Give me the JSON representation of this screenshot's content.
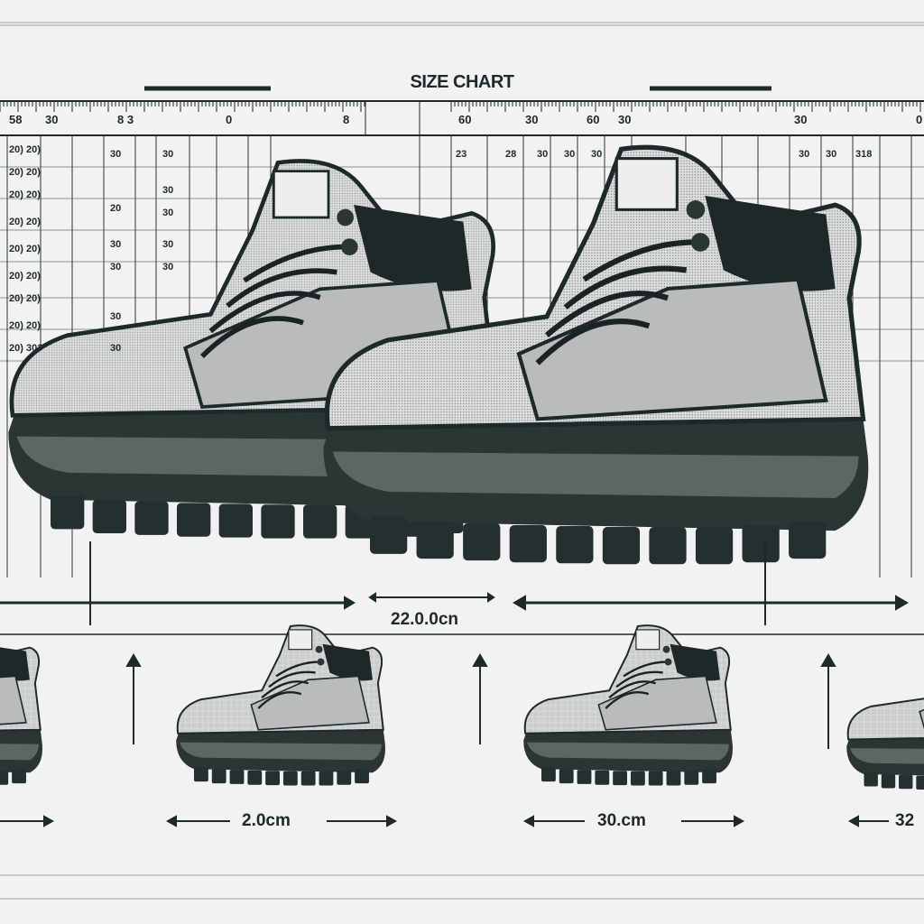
{
  "title": "SIZE CHART",
  "ruler_labels": [
    "58",
    "30",
    "8 3",
    "0",
    "8",
    "60",
    "30",
    "60",
    "30",
    "30",
    "0"
  ],
  "grid_labels": {
    "left_columns": [
      "20) 20)",
      "20) 20)",
      "20) 20)",
      "20) 20)",
      "20) 20)",
      "20) 20)",
      "20) 20)",
      "20) 20)",
      "20) 30?"
    ],
    "col_a": [
      "30",
      "20",
      "30",
      "30",
      "30",
      "30"
    ],
    "col_b": [
      "30",
      "30",
      "30",
      "30",
      "30"
    ],
    "right_top": [
      "23",
      "28",
      "30",
      "30",
      "30",
      "30",
      "30",
      "318"
    ]
  },
  "measurements": {
    "top": "22.0.0cn",
    "bottom_left": "2.0cm",
    "bottom_middle": "30.cm",
    "bottom_right": "32"
  },
  "colors": {
    "ink": "#1c2a2a",
    "background": "#f1f2f1",
    "boot_fill": "#cfd1d0",
    "sole": "#2b3534"
  }
}
